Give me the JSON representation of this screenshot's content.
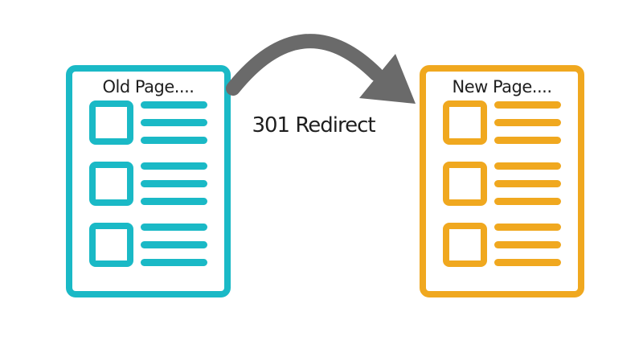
{
  "colors": {
    "background": "#ffffff",
    "old_page": "#1ab9c6",
    "new_page": "#f0a81f",
    "arrow": "#6a6a6a",
    "text": "#1f1f1f"
  },
  "old_page": {
    "title": "Old Page...."
  },
  "new_page": {
    "title": "New Page...."
  },
  "arrow": {
    "label": "301 Redirect",
    "direction": "left-to-right"
  },
  "skeleton": {
    "rows": 3,
    "lines_per_row": 3
  }
}
